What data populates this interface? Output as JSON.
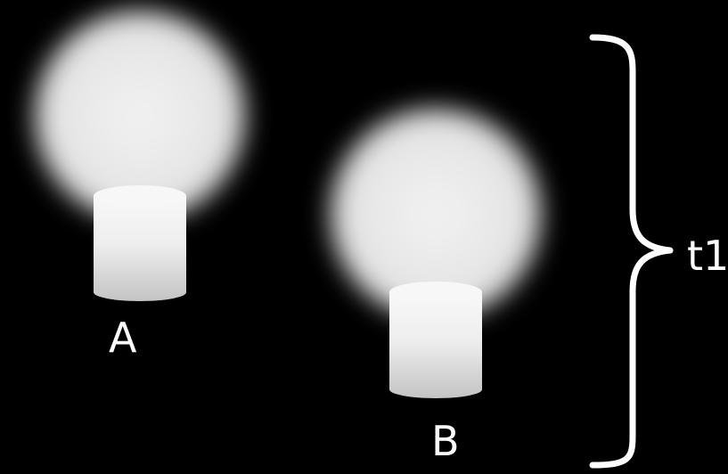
{
  "labels": {
    "a": "A",
    "b": "B",
    "bracket": "t1"
  },
  "colors": {
    "background": "#000000",
    "glow": "#ffffff",
    "cylinder_top": "#f4f4f4",
    "cylinder_body": "#c8c8c8",
    "text": "#ffffff"
  },
  "icons": {
    "lamp_a": "glowing-cylinder-lamp",
    "lamp_b": "glowing-cylinder-lamp",
    "bracket": "right-curly-brace"
  }
}
